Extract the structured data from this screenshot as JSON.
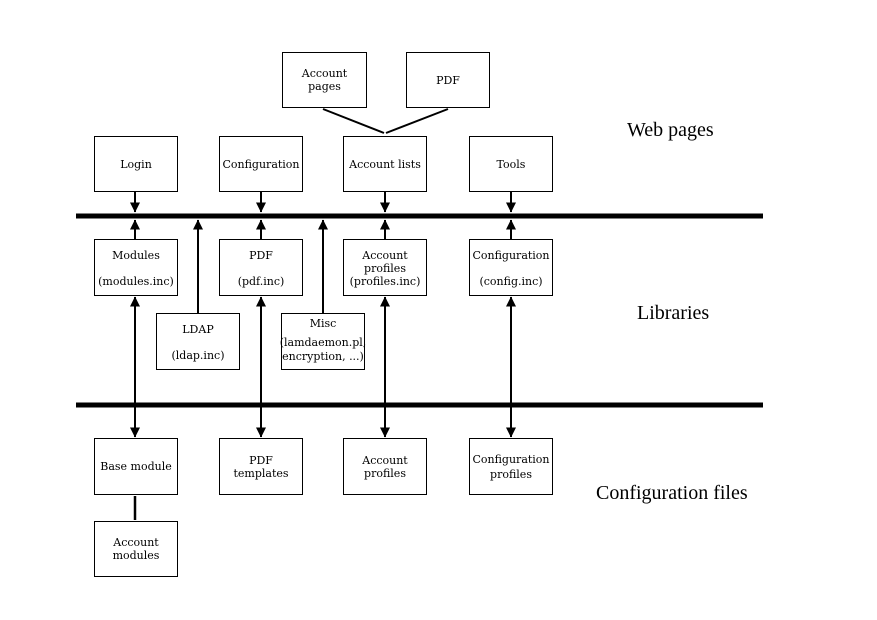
{
  "diagram": {
    "background": "#ffffff",
    "line_color": "#000000",
    "sections": {
      "web_pages": "Web pages",
      "libraries": "Libraries",
      "config_files": "Configuration files"
    },
    "nodes": {
      "account_pages": {
        "label": "Account pages"
      },
      "pdf_page": {
        "label": "PDF"
      },
      "login": {
        "label": "Login"
      },
      "configuration_page": {
        "label": "Configuration"
      },
      "account_lists": {
        "label": "Account lists"
      },
      "tools": {
        "label": "Tools"
      },
      "modules_lib": {
        "line1": "Modules",
        "line2": "(modules.inc)"
      },
      "pdf_lib": {
        "line1": "PDF",
        "line2": "(pdf.inc)"
      },
      "profiles_lib": {
        "line1": "Account profiles",
        "line2": "(profiles.inc)"
      },
      "config_lib": {
        "line1": "Configuration",
        "line2": "(config.inc)"
      },
      "ldap_lib": {
        "line1": "LDAP",
        "line2": "(ldap.inc)"
      },
      "misc_lib": {
        "line1": "Misc",
        "line2": "(lamdaemon.pl,",
        "line3": "encryption, ...)"
      },
      "base_module": {
        "label": "Base module"
      },
      "pdf_templates": {
        "label": "PDF templates"
      },
      "account_profiles_file": {
        "label": "Account profiles"
      },
      "config_profiles_file": {
        "label": "Configuration profiles"
      },
      "account_modules": {
        "label": "Account modules"
      }
    }
  }
}
